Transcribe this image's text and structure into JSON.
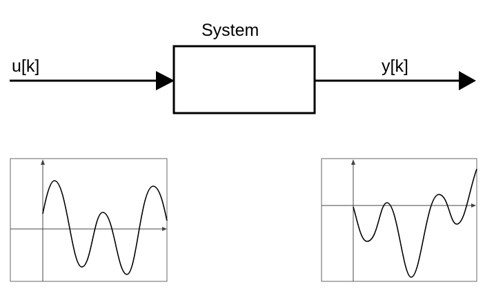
{
  "system": {
    "label": "System"
  },
  "input": {
    "label": "u[k]"
  },
  "output": {
    "label": "y[k]"
  },
  "colors": {
    "stroke": "#000000",
    "background": "#ffffff"
  }
}
